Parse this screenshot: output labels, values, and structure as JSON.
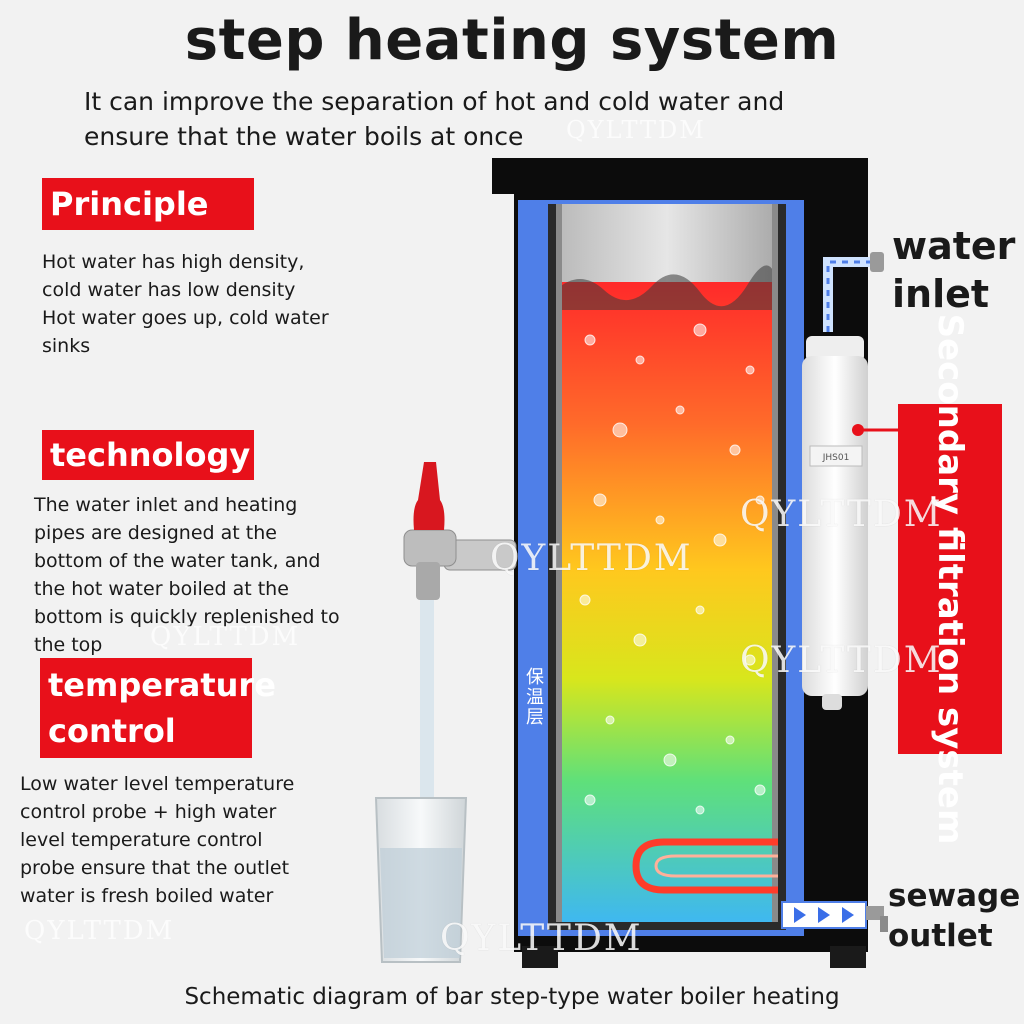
{
  "header": {
    "title": "step heating system",
    "subtitle": "It can improve the separation of hot and cold water and ensure that the water boils at once"
  },
  "sections": {
    "principle": {
      "label": "Principle",
      "text": "Hot water has high density, cold water has low density Hot water goes up, cold water sinks"
    },
    "technology": {
      "label": "technology",
      "text": "The water inlet and heating pipes are designed at the bottom of the water tank, and the hot water boiled at the bottom is quickly replenished to the top"
    },
    "temperature": {
      "label": "temperature control",
      "text": "Low water level temperature control probe + high water level temperature control probe ensure that the outlet water is fresh boiled water"
    }
  },
  "diagram": {
    "water_inlet": "water inlet",
    "filtration": "Secondary filtration system",
    "sewage_outlet": "sewage outlet",
    "insulation_layer": "保温层",
    "filter_label": "JHS01"
  },
  "caption": "Schematic diagram of bar step-type water boiler heating",
  "watermark": "QYLTTDM",
  "colors": {
    "accent_red": "#e8101a",
    "insulation_blue": "#4f7fe8",
    "cabinet_black": "#0c0c0c"
  }
}
